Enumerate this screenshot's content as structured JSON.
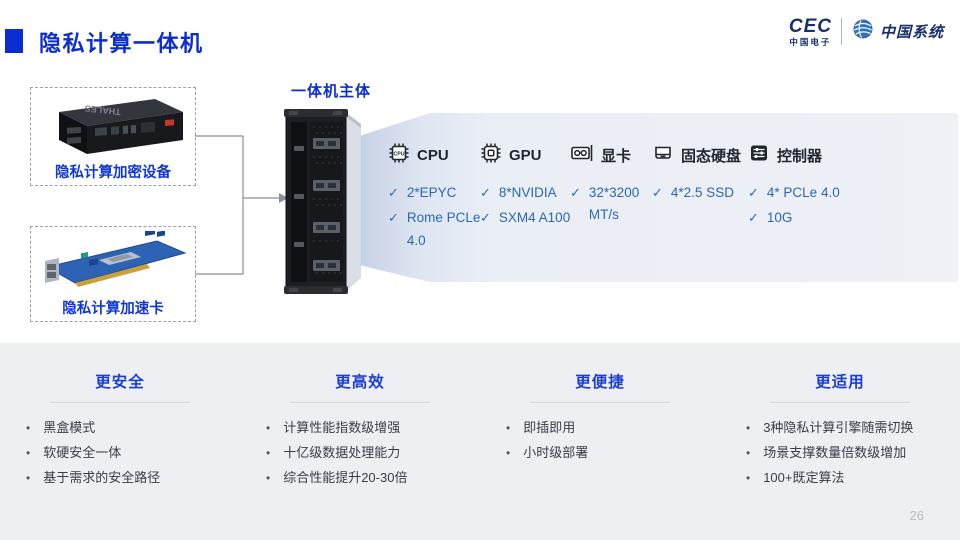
{
  "slide": {
    "title": "隐私计算一体机",
    "page_number": "26"
  },
  "logo": {
    "cec": "CEC",
    "cec_sub": "中国电子",
    "brand_right": "中国系统"
  },
  "devices": [
    {
      "label": "隐私计算加密设备"
    },
    {
      "label": "隐私计算加速卡"
    }
  ],
  "server": {
    "label": "一体机主体"
  },
  "check_mark": "✓",
  "bullet_char": "•",
  "specs": [
    {
      "icon": "cpu-icon",
      "title": "CPU",
      "items": [
        "2*EPYC",
        "Rome PCLe 4.0"
      ]
    },
    {
      "icon": "gpu-icon",
      "title": "GPU",
      "items": [
        "8*NVIDIA",
        "SXM4 A100"
      ]
    },
    {
      "icon": "graphics-card-icon",
      "title": "显卡",
      "items": [
        "32*3200 MT/s"
      ]
    },
    {
      "icon": "ssd-icon",
      "title": "固态硬盘",
      "items": [
        "4*2.5 SSD"
      ]
    },
    {
      "icon": "controller-icon",
      "title": "控制器",
      "items": [
        "4* PCLe 4.0",
        "10G"
      ]
    }
  ],
  "features": [
    {
      "title": "更安全",
      "items": [
        "黑盒模式",
        "软硬安全一体",
        "基于需求的安全路径"
      ]
    },
    {
      "title": "更高效",
      "items": [
        "计算性能指数级增强",
        "十亿级数据处理能力",
        "综合性能提升20-30倍"
      ]
    },
    {
      "title": "更便捷",
      "items": [
        "即插即用",
        "小时级部署"
      ]
    },
    {
      "title": "更适用",
      "items": [
        "3种隐私计算引擎随需切换",
        "场景支撑数量倍数级增加",
        "100+既定算法"
      ]
    }
  ],
  "colors": {
    "accent_blue": "#0c2ed1",
    "spec_blue": "#2a67b4",
    "panel_bg": "#edeff3",
    "dark_text": "#373d46"
  }
}
